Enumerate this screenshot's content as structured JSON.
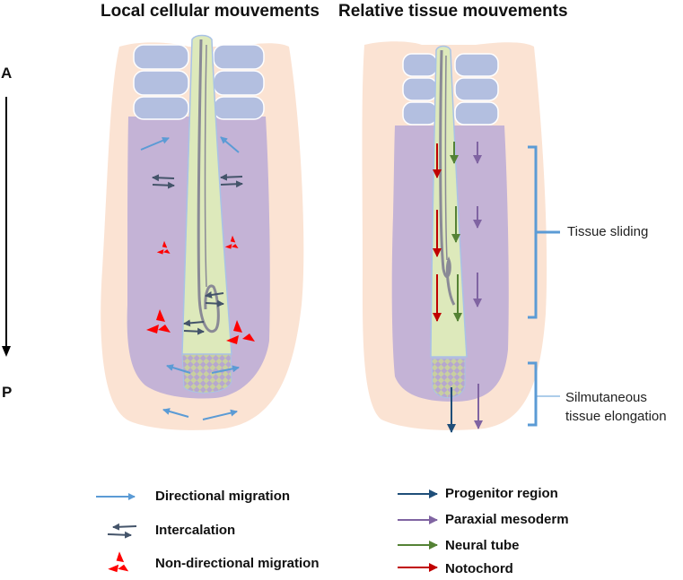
{
  "titles": {
    "left": "Local cellular mouvements",
    "right": "Relative tissue mouvements"
  },
  "axis": {
    "anterior": "A",
    "posterior": "P"
  },
  "annotations": {
    "tissue_sliding": "Tissue sliding",
    "elongation_line1": "Silmutaneous",
    "elongation_line2": "tissue elongation"
  },
  "legend_left": [
    {
      "label": "Directional migration",
      "icon": "light-blue-arrow-icon",
      "color": "#5b9bd5"
    },
    {
      "label": "Intercalation",
      "icon": "intercalation-arrows-icon",
      "color": "#44546a"
    },
    {
      "label": "Non-directional migration",
      "icon": "red-triad-arrows-icon",
      "color": "#ff0000"
    }
  ],
  "legend_right": [
    {
      "label": "Progenitor region",
      "icon": "dark-blue-arrow-icon",
      "color": "#1f4e79"
    },
    {
      "label": "Paraxial mesoderm",
      "icon": "purple-arrow-icon",
      "color": "#8064a2"
    },
    {
      "label": "Neural tube",
      "icon": "green-arrow-icon",
      "color": "#548235"
    },
    {
      "label": "Notochord",
      "icon": "red-arrow-icon",
      "color": "#c00000"
    }
  ],
  "colors": {
    "ectoderm": "#fbe3d3",
    "mesoderm": "#c4b3d6",
    "somite": "#b3bfe0",
    "neural_tube": "#dde9bb",
    "notochord": "#8a8a96",
    "outline": "#a9c2e6",
    "bracket": "#5b9bd5"
  }
}
